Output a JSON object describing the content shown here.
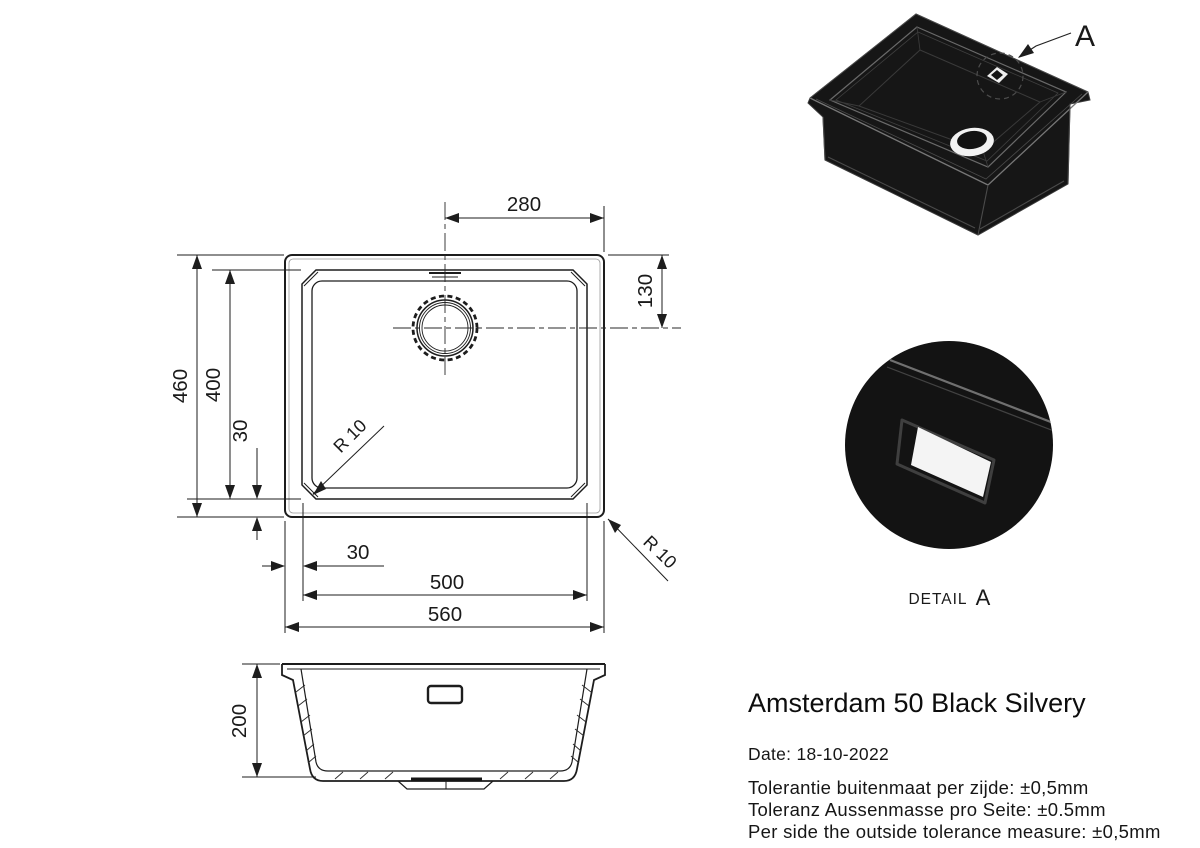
{
  "colors": {
    "ink": "#1d1d1d",
    "sink_black": "#151515",
    "edge_highlight": "#6e6e6e",
    "background": "#ffffff"
  },
  "plan_view": {
    "dims": {
      "top_width": "280",
      "right_offset": "130",
      "left_outer_height": "460",
      "left_inner_height": "400",
      "left_rim": "30",
      "bottom_rim": "30",
      "bottom_inner_width": "500",
      "bottom_outer_width": "560",
      "radius_inner": "R 10",
      "radius_outer": "R 10"
    }
  },
  "section_view": {
    "dims": {
      "depth": "200"
    }
  },
  "iso_view": {
    "detail_marker": "A"
  },
  "detail_view": {
    "caption_word": "DETAIL",
    "caption_letter": "A"
  },
  "title_block": {
    "product_name": "Amsterdam 50 Black Silvery",
    "date_line": "Date: 18-10-2022",
    "tolerance_lines": [
      "Tolerantie buitenmaat per zijde: ±0,5mm",
      "Toleranz Aussenmasse pro Seite: ±0.5mm",
      "Per side the outside tolerance measure: ±0,5mm"
    ]
  }
}
